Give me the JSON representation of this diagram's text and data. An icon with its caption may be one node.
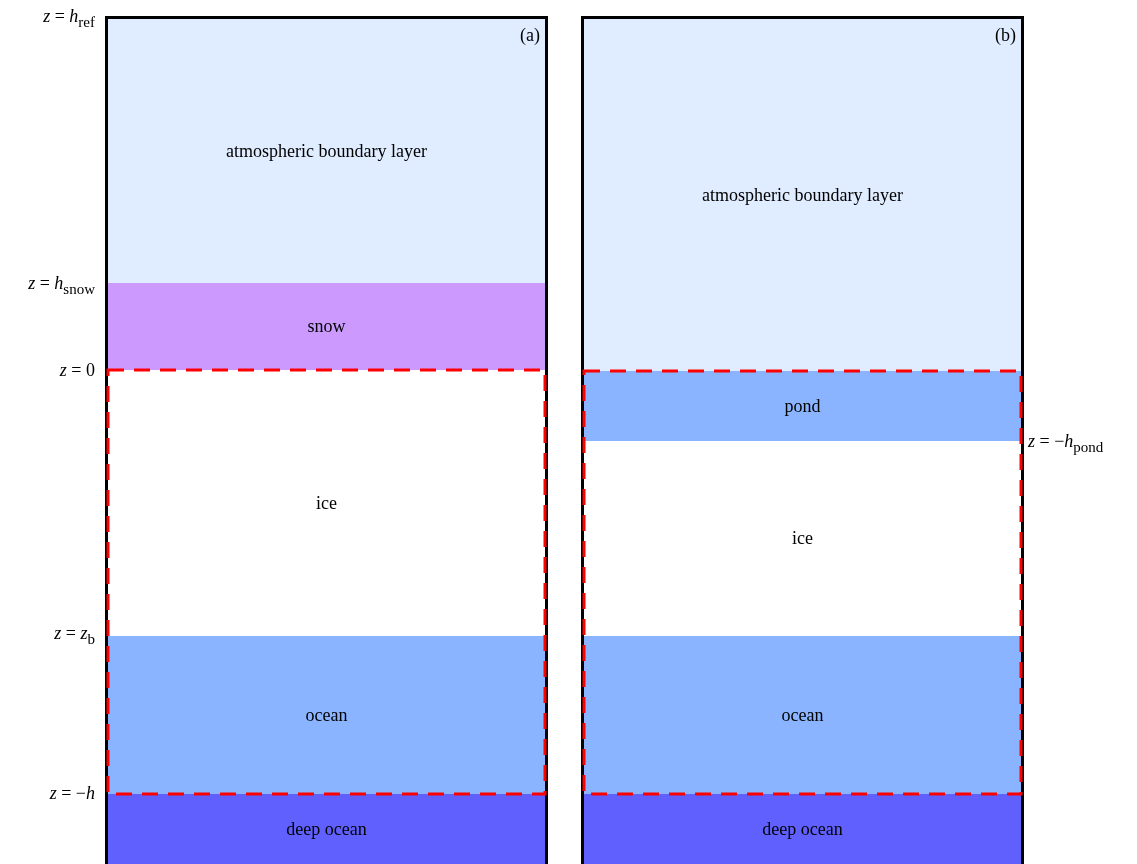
{
  "diagram": {
    "nodes": [
      {
        "text": [],
        "shape": "box"
      },
      {
        "text": [
          "atmospheric boundary layer"
        ],
        "in": 0
      },
      {
        "text": [
          "snow"
        ],
        "in": 0
      },
      {
        "text": [
          "ice"
        ],
        "in": 0
      },
      {
        "text": [
          "ocean"
        ],
        "in": 0
      },
      {
        "text": [
          "deep ocean"
        ],
        "in": 0
      },
      {
        "text": [],
        "shape": "box"
      },
      {
        "text": [
          "atmospheric boundary layer"
        ],
        "in": 6
      },
      {
        "text": [
          "pond"
        ],
        "in": 6
      },
      {
        "text": [
          "ice"
        ],
        "in": 6
      },
      {
        "text": [
          "ocean"
        ],
        "in": 6
      },
      {
        "text": [
          "deep ocean"
        ],
        "in": 6
      }
    ],
    "labels": [
      "(a)",
      "(b)",
      "*z* = *h*$_{ref}$",
      "*z* = *h*$_{snow}$",
      "*z* = 0",
      "*z* = *z*$_{b}$",
      "*z* = −*h*",
      "*z* = −*h*$_{pond}$"
    ]
  }
}
